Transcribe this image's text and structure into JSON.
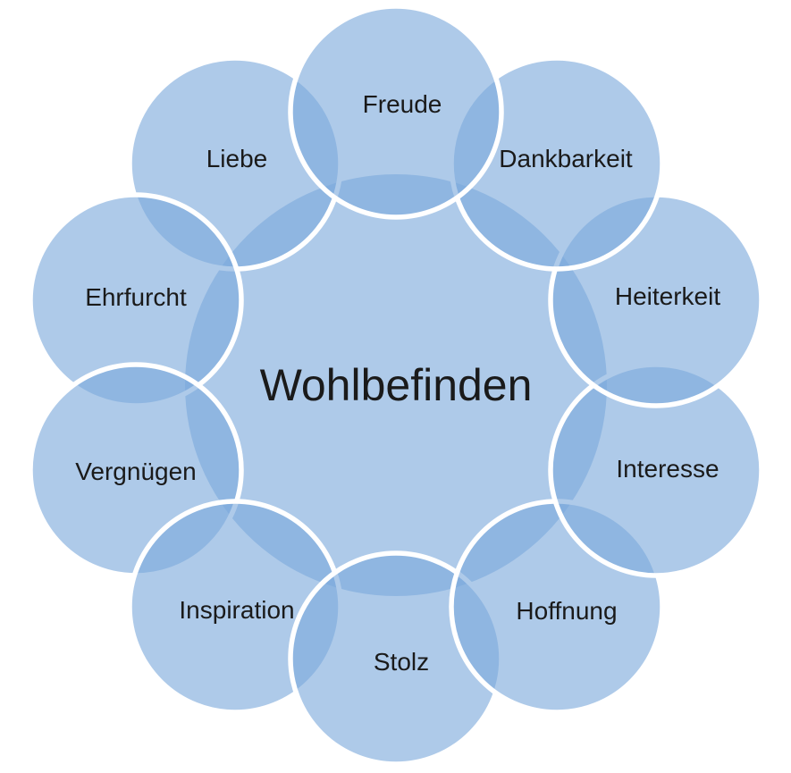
{
  "diagram": {
    "type": "radial-venn",
    "center": {
      "label": "Wohlbefinden"
    },
    "items": [
      {
        "label": "Freude"
      },
      {
        "label": "Dankbarkeit"
      },
      {
        "label": "Heiterkeit"
      },
      {
        "label": "Interesse"
      },
      {
        "label": "Hoffnung"
      },
      {
        "label": "Stolz"
      },
      {
        "label": "Inspiration"
      },
      {
        "label": "Vergnügen"
      },
      {
        "label": "Ehrfurcht"
      },
      {
        "label": "Liebe"
      }
    ]
  },
  "colors": {
    "bubble_fill": "#7CA9DC",
    "bubble_stroke": "#ffffff",
    "single_overlap_tint": "#AEC9E9",
    "double_overlap_tint": "#8FB5E1",
    "text": "#1a1a1a",
    "background": "#ffffff"
  }
}
